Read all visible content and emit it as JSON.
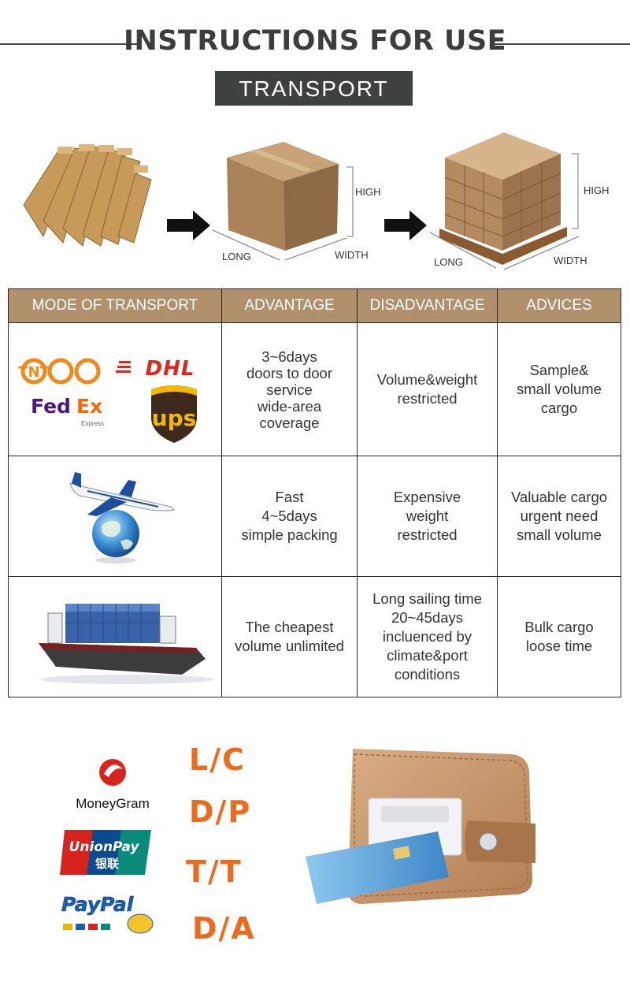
{
  "header": {
    "title": "INSTRUCTIONS FOR USE",
    "section": "TRANSPORT"
  },
  "packaging": {
    "box": {
      "high": "HIGH",
      "long": "LONG",
      "width": "WIDTH"
    },
    "pallet": {
      "high": "HIGH",
      "long": "LONG",
      "width": "WIDTH"
    }
  },
  "table": {
    "headers": [
      "MODE OF TRANSPORT",
      "ADVANTAGE",
      "DISADVANTAGE",
      "ADVICES"
    ],
    "rows": [
      {
        "logos": {
          "tnt": "TNT",
          "dhl": "DHL",
          "fedex_fed": "Fed",
          "fedex_ex": "Ex",
          "fedex_sub": "Express",
          "ups": "ups"
        },
        "advantage": [
          "3~6days",
          "doors to door",
          "service",
          "wide-area",
          "coverage"
        ],
        "disadvantage": [
          "Volume&weight",
          "restricted"
        ],
        "advices": [
          "Sample&",
          "small volume",
          "cargo"
        ]
      },
      {
        "advantage": [
          "Fast",
          "4~5days",
          "simple packing"
        ],
        "disadvantage": [
          "Expensive",
          "weight",
          "restricted"
        ],
        "advices": [
          "Valuable cargo",
          "urgent need",
          "small volume"
        ]
      },
      {
        "advantage": [
          "The cheapest",
          "volume unlimited"
        ],
        "disadvantage": [
          "Long sailing time",
          "20~45days",
          "incluenced by",
          "climate&port",
          "conditions"
        ],
        "advices": [
          "Bulk cargo",
          "loose time"
        ]
      }
    ]
  },
  "payment": {
    "moneygram": "MoneyGram",
    "unionpay": "UnionPay",
    "unionpay_cn": "银联",
    "paypal": "PayPal",
    "terms": [
      "L/C",
      "D/P",
      "T/T",
      "D/A"
    ]
  },
  "colors": {
    "header_bg": "#b0916c",
    "badge_bg": "#3e423e",
    "term_orange": "#ee6b1e"
  }
}
